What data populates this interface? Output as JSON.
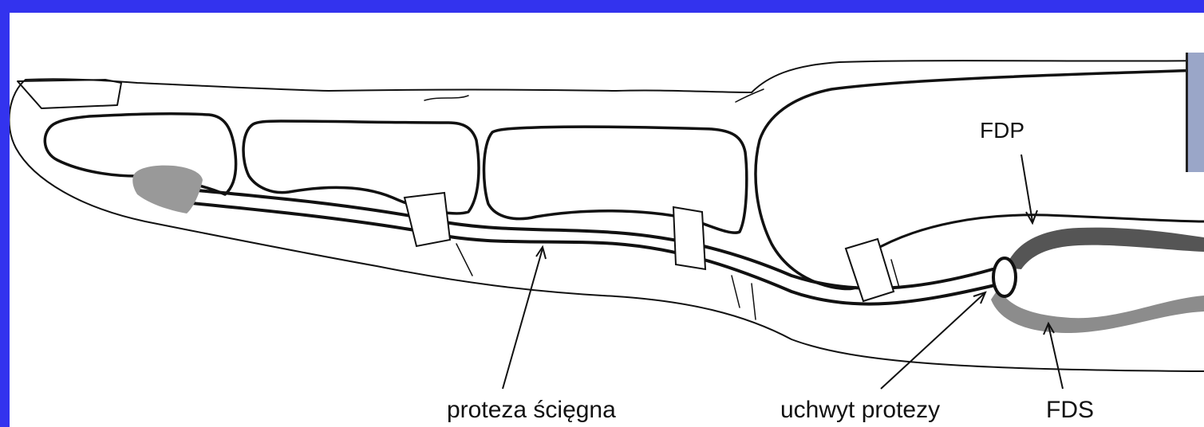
{
  "labels": {
    "fdp": "FDP",
    "fds": "FDS",
    "tendon_prosthesis": "proteza ścięgna",
    "prosthesis_holder": "uchwyt protezy"
  },
  "colors": {
    "background": "#3333ee",
    "panel": "#ffffff",
    "outline": "#111111",
    "fdp_tendon": "#555555",
    "fds_tendon": "#8c8c8c",
    "anchor": "#999999"
  }
}
